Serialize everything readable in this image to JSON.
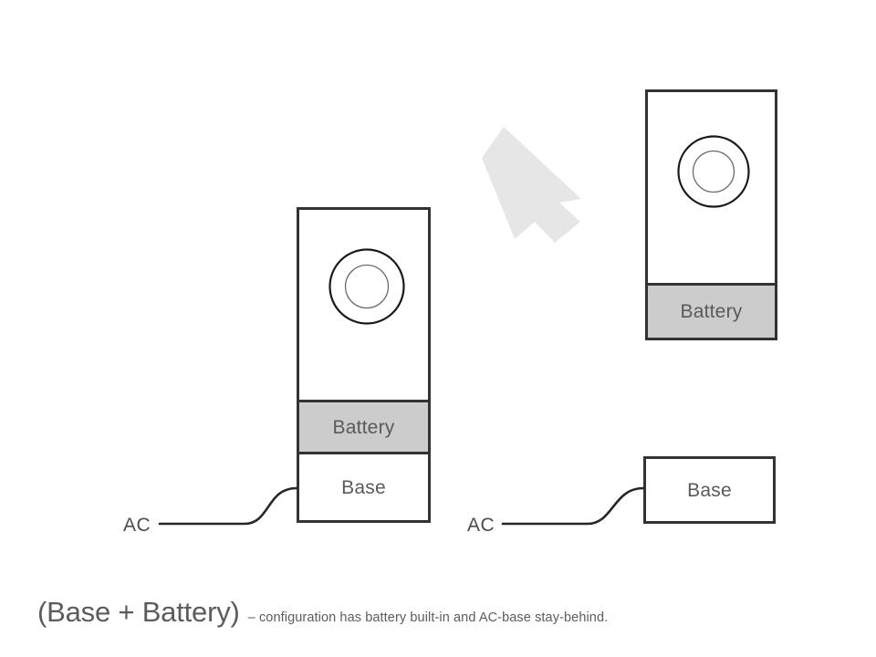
{
  "slide": {
    "background_color": "#ffffff",
    "caption": {
      "title": "(Base + Battery)",
      "description": "– configuration has battery built-in and AC-base stay-behind."
    },
    "colors": {
      "outline": "#333333",
      "battery_fill": "#cccccc",
      "body_fill": "#ffffff",
      "label_text": "#5a5a5a",
      "arrow_fill": "#e6e6e6",
      "cable": "#262626"
    },
    "left_assembly": {
      "name": "base-plus-battery-assembled",
      "device_label": "",
      "segments": [
        {
          "id": "body",
          "label": ""
        },
        {
          "id": "battery",
          "label": "Battery"
        },
        {
          "id": "base",
          "label": "Base"
        }
      ],
      "ac_label": "AC"
    },
    "right_assembly": {
      "name": "battery-unit-detached",
      "segments": [
        {
          "id": "body",
          "label": ""
        },
        {
          "id": "battery",
          "label": "Battery"
        }
      ],
      "base_label": "Base",
      "ac_label": "AC"
    },
    "arrow": {
      "name": "lift-off-arrow",
      "direction": "up-right"
    }
  }
}
